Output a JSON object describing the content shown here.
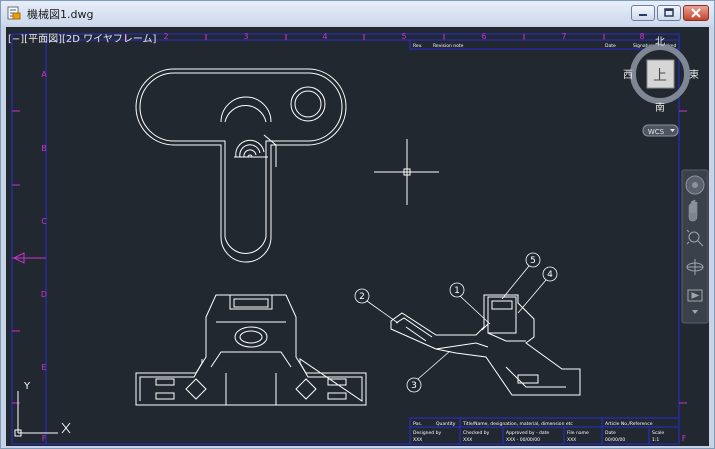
{
  "window": {
    "title": "機械図1.dwg",
    "minimize_icon": "minimize-icon",
    "restore_icon": "restore-icon",
    "close_icon": "close-icon"
  },
  "viewport": {
    "label": "[−][平面図][2D ワイヤフレーム]"
  },
  "ruler": {
    "columns": [
      "2",
      "3",
      "4",
      "5",
      "6",
      "7",
      "8"
    ],
    "rows": [
      "A",
      "B",
      "C",
      "D",
      "E",
      "F"
    ]
  },
  "viewcube": {
    "top": "上",
    "north": "北",
    "south": "南",
    "east": "東",
    "west": "西",
    "wcs": "WCS"
  },
  "revision_block": {
    "col1": "Rev.",
    "col2": "Revision note",
    "col3": "Date",
    "col4": "Signature",
    "col5": "Checked"
  },
  "title_block": {
    "row1": {
      "c1": "Pos.",
      "c2": "Quantity",
      "c3": "Title/Name, designation, material, dimension etc",
      "c4": "Article No./Reference"
    },
    "row2": {
      "c1": "Designed by",
      "c2": "Checked by",
      "c3": "Approved by - date",
      "c4": "File name",
      "c5": "Date",
      "c6": "Scale"
    },
    "row3": {
      "c1": "XXX",
      "c2": "XXX",
      "c3": "XXX - 00/00/00",
      "c4": "XXX",
      "c5": "00/00/00",
      "c6": "1:1"
    }
  },
  "balloons": [
    "1",
    "2",
    "3",
    "4",
    "5"
  ],
  "ucs": {
    "x": "X",
    "y": "Y"
  },
  "colors": {
    "background": "#212830",
    "geometry": "#ffffff",
    "frame": "#2b2bd6",
    "ruler": "#cc33cc"
  }
}
